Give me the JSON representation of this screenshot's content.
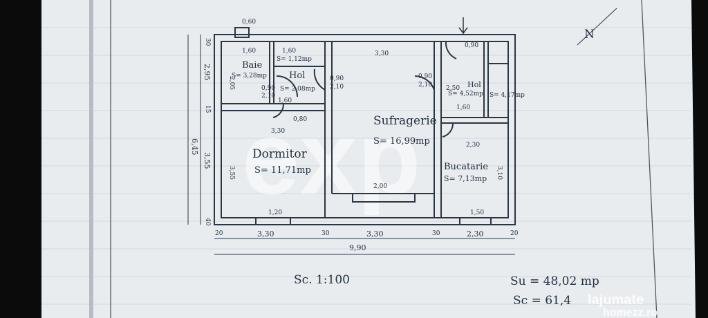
{
  "plan": {
    "north_symbol": "N",
    "scale": "Sc. 1:100",
    "su": "Su = 48,02 mp",
    "sc": "Sc = 61,4",
    "rooms": {
      "baie": {
        "name": "Baie",
        "area": "S= 3,28mp"
      },
      "hol1": {
        "name": "Hol",
        "area": "S= 2,08mp"
      },
      "hol_small": {
        "area": "S= 1,12mp"
      },
      "sufragerie": {
        "name": "Sufragerie",
        "area": "S= 16,99mp"
      },
      "dormitor": {
        "name": "Dormitor",
        "area": "S= 11,71mp"
      },
      "bucatarie": {
        "name": "Bucatarie",
        "area": "S= 7,13mp"
      },
      "hol2": {
        "name": "Hol",
        "area": "S= 4,52mp"
      },
      "hol2_small": {
        "area": "S= 4,17mp"
      }
    },
    "dims": {
      "total_w": "9,90",
      "w_330a": "3,30",
      "w_330b": "3,30",
      "w_230": "2,30",
      "w_20a": "20",
      "w_30a": "30",
      "w_30b": "30",
      "w_20b": "20",
      "h_645": "6,45",
      "h_295": "2,95",
      "h_355": "3,55",
      "h_30": "30",
      "h_15": "15",
      "h_40": "40",
      "sufr_w": "3,30",
      "dorm_w": "3,30",
      "buc_w": "2,30",
      "r_310": "3,10",
      "l_355": "3,55",
      "l_205": "2,05",
      "d_090a": "0,90",
      "d_210a": "2,10",
      "d_090b": "0,90",
      "d_210b": "2,10",
      "d_090c": "0,90",
      "d_210c": "2,10",
      "d_060": "0,60",
      "d_090e": "0,90",
      "d_160a": "1,60",
      "d_160b": "1,60",
      "d_160c": "1,60",
      "d_160d": "1,60",
      "d_120a": "1,20",
      "d_150": "1,50",
      "d_200": "2,00",
      "d_080": "0,80",
      "d_250": "2,50"
    }
  },
  "watermark": {
    "text": "exp"
  },
  "brand": {
    "text1": "lajumate",
    "text2": "homezz.ro"
  }
}
